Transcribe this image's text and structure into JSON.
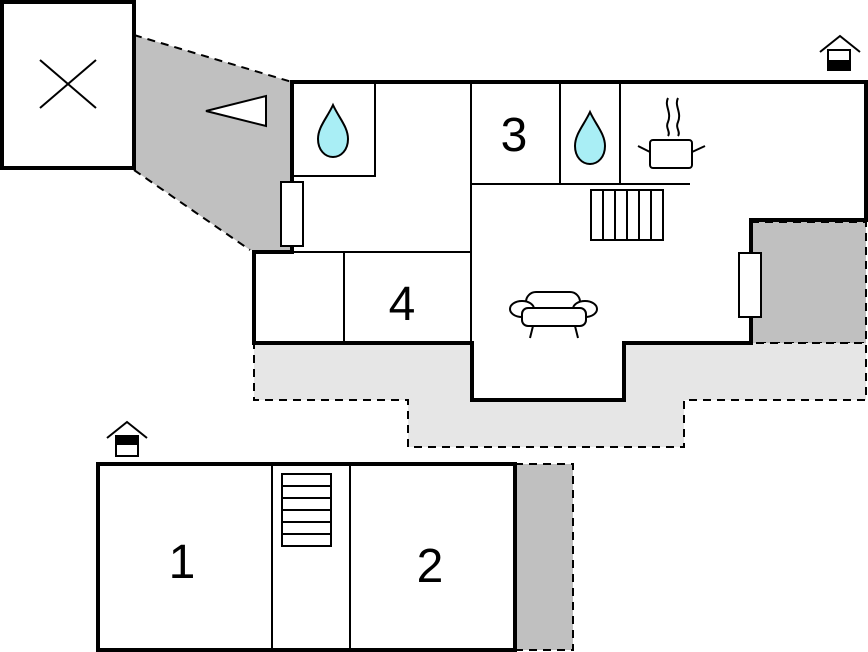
{
  "floor_plan": {
    "rooms": [
      {
        "label": "1"
      },
      {
        "label": "2"
      },
      {
        "label": "3"
      },
      {
        "label": "4"
      }
    ],
    "icons": [
      "house-icon",
      "water-drop-icon",
      "cooking-pot-icon",
      "radiator-icon",
      "sofa-icon",
      "stairs-icon",
      "excluded-area-x-icon",
      "direction-triangle-icon",
      "window-icon"
    ],
    "colors": {
      "wall": "#000000",
      "terrace_dark": "#c0c0c0",
      "terrace_light": "#e6e6e6",
      "water": "#a9eef5",
      "background": "#ffffff"
    }
  }
}
